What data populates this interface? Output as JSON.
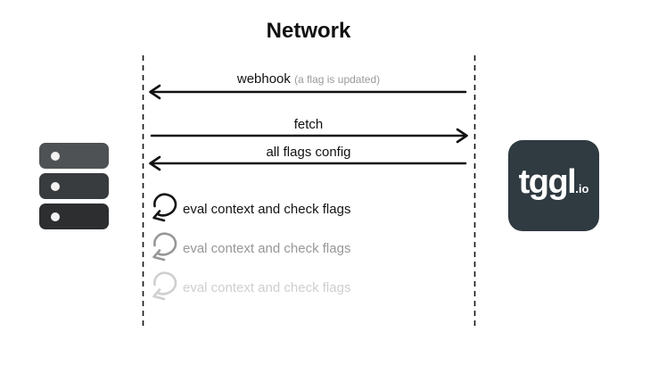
{
  "title": "Network",
  "colors": {
    "stroke": "#111111",
    "label_text": "#111111",
    "note_text": "#9a9a9a"
  },
  "messages": {
    "webhook": {
      "label": "webhook",
      "note": "(a flag is updated)",
      "direction": "right-to-left"
    },
    "fetch": {
      "label": "fetch",
      "direction": "left-to-right"
    },
    "all_flags_config": {
      "label": "all flags config",
      "direction": "right-to-left"
    },
    "eval_loops": [
      {
        "label": "eval context and check flags",
        "color": "#141414"
      },
      {
        "label": "eval context and check flags",
        "color": "#979797"
      },
      {
        "label": "eval context and check flags",
        "color": "#cfcfcf"
      }
    ]
  },
  "server_icon": {
    "rack_colors": [
      "#4e5254",
      "#393c3e",
      "#2c2e30"
    ],
    "led_color": "#f2f2f2"
  },
  "logo": {
    "text": "tggl",
    "suffix": ".io",
    "background": "#2f3a41",
    "text_color": "#ffffff"
  }
}
